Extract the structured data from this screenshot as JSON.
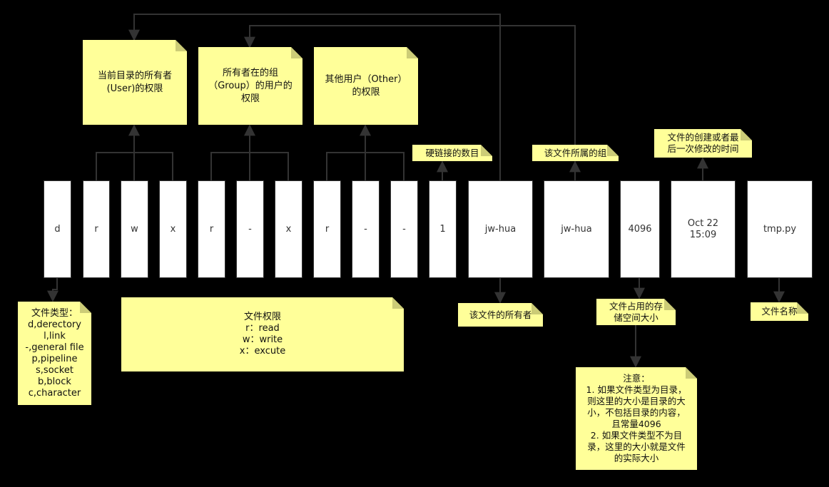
{
  "cells": {
    "type": "d",
    "owner_r": "r",
    "owner_w": "w",
    "owner_x": "x",
    "group_r": "r",
    "group_w": "-",
    "group_x": "x",
    "other_r": "r",
    "other_w": "-",
    "other_x": "-",
    "links": "1",
    "owner": "jw-hua",
    "group": "jw-hua",
    "size": "4096",
    "time": "Oct 22\n15:09",
    "name": "tmp.py"
  },
  "notes": {
    "user_perm": "当前目录的所有者\n(User)的权限",
    "group_perm": "所有者在的组\n（Group）的用户的\n权限",
    "other_perm": "其他用户（Other）\n的权限",
    "hard_links": "硬链接的数目",
    "file_group": "该文件所属的组",
    "mtime": "文件的创建或者最\n后一次修改的时间",
    "file_type": "文件类型：\nd,derectory\nl,link\n-,general file\np,pipeline\ns,socket\nb,block\nc,character",
    "permissions": "文件权限\nr：read\nw：write\nx：excute",
    "file_owner": "该文件的所有者",
    "size": "文件占用的存\n储空间大小",
    "file_name": "文件名称",
    "caution": "注意：\n1. 如果文件类型为目录，\n则这里的大小是目录的大\n小，不包括目录的内容，\n且常量4096\n2. 如果文件类型不为目\n录，这里的大小就是文件\n的实际大小"
  },
  "colors": {
    "background": "#000000",
    "note_fill": "#ffff99",
    "cell_fill": "#ffffff",
    "connector": "#333333"
  }
}
